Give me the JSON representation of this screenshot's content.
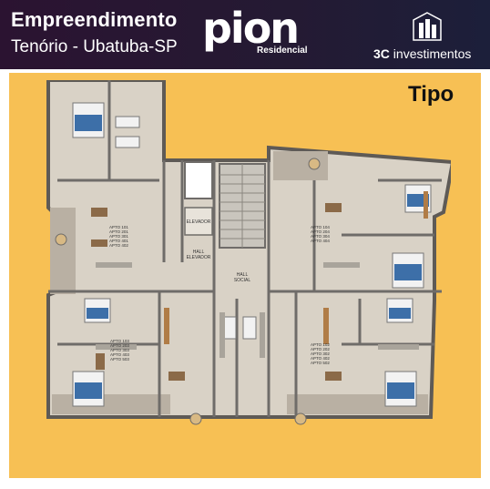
{
  "header": {
    "title": "Empreendimento",
    "location": "Tenório - Ubatuba-SP",
    "logo_wordmark": "pion",
    "logo_tagline": "Residencial",
    "developer_prefix": "3C",
    "developer_suffix": "investimentos"
  },
  "plan": {
    "label": "Tipo",
    "elevator_label": "ELEVADOR",
    "hall_elevator_label": "HALL\nELEVADOR",
    "hall_social_label": "HALL\nSOCIAL",
    "apartment_groups": [
      "APTO 101\nAPTO 201\nAPTO 301\nAPTO 401\nAPTO 402",
      "APTO 104\nAPTO 204\nAPTO 304\nAPTO 404",
      "APTO 103\nAPTO 203\nAPTO 303\nAPTO 403\nAPTO 503",
      "APTO 102\nAPTO 202\nAPTO 302\nAPTO 402\nAPTO 502"
    ]
  },
  "colors": {
    "header_bg": "#2b1331",
    "panel_bg": "#f7c054",
    "wall": "#6f6c69",
    "floor": "#d9d2c6",
    "bed_blue": "#3d6fa8"
  }
}
